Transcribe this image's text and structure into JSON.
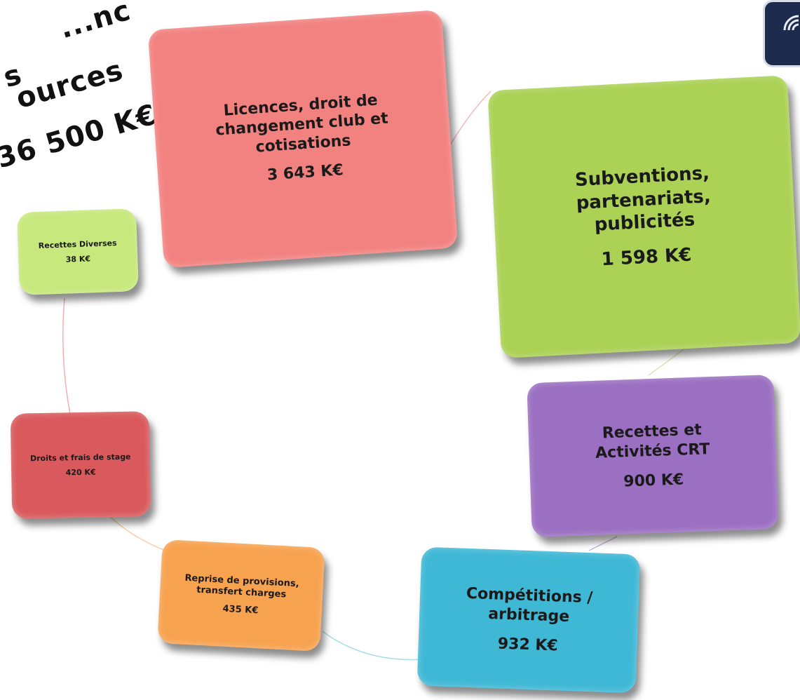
{
  "title": {
    "line1": "...nc",
    "line2": "s",
    "line3": "ources",
    "line4": "36 500 K€"
  },
  "boxes": {
    "licences": {
      "label": "Licences, droit de changement club et cotisations",
      "value": "3 643 K€",
      "color": "#f28280"
    },
    "subventions": {
      "label": "Subventions, partenariats, publicités",
      "value": "1 598 K€",
      "color": "#abd155"
    },
    "recettes_crt": {
      "label": "Recettes et Activités CRT",
      "value": "900 K€",
      "color": "#9b6fc2"
    },
    "competitions": {
      "label": "Compétitions / arbitrage",
      "value": "932 K€",
      "color": "#3fb8d6"
    },
    "reprise": {
      "label": "Reprise de provisions, transfert charges",
      "value": "435 K€",
      "color": "#f7a24f"
    },
    "droits_stage": {
      "label": "Droits et frais de stage",
      "value": "420 K€",
      "color": "#d9595c"
    },
    "recettes_diverses": {
      "label": "Recettes Diverses",
      "value": "38 K€",
      "color": "#c6e87c"
    }
  },
  "logo": {
    "icon": "federation-logo-icon"
  }
}
